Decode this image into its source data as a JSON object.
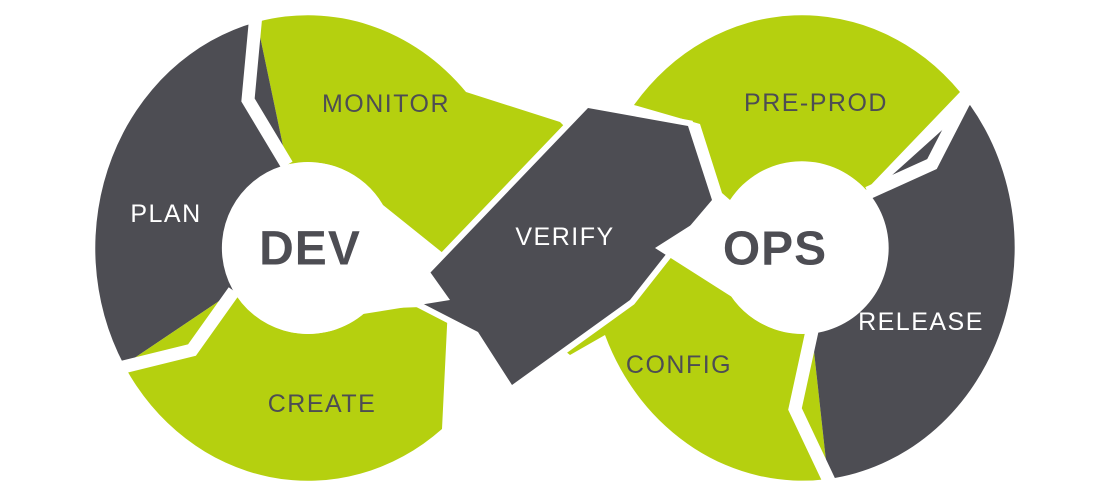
{
  "colors": {
    "green": "#b5d00f",
    "dark": "#4d4d53",
    "background": "#ffffff",
    "label_on_green": "#4d4d53",
    "label_on_dark": "#ffffff"
  },
  "diagram": {
    "name": "DevOps infinity loop",
    "left_loop": {
      "center_label": "DEV",
      "segments": {
        "plan": {
          "label": "PLAN",
          "color": "dark"
        },
        "monitor": {
          "label": "MONITOR",
          "color": "green"
        },
        "create": {
          "label": "CREATE",
          "color": "green"
        }
      }
    },
    "crossover": {
      "verify": {
        "label": "VERIFY",
        "color": "dark"
      }
    },
    "right_loop": {
      "center_label": "OPS",
      "segments": {
        "preprod": {
          "label": "PRE-PROD",
          "color": "green"
        },
        "release": {
          "label": "RELEASE",
          "color": "dark"
        },
        "config": {
          "label": "CONFIG",
          "color": "green"
        }
      }
    }
  }
}
